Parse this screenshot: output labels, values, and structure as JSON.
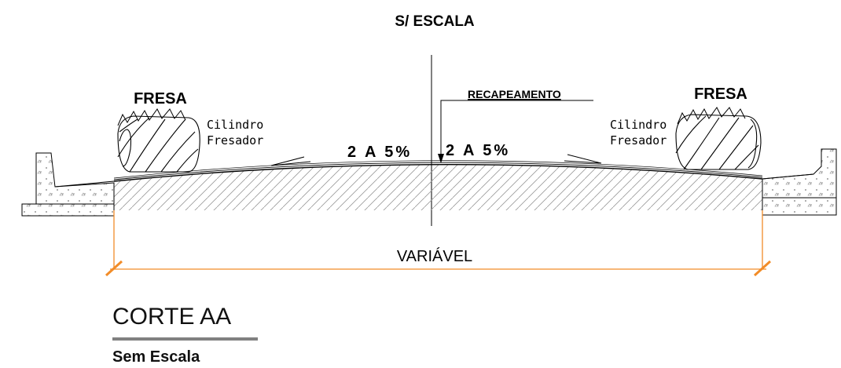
{
  "header": {
    "scale_note": "S/ ESCALA"
  },
  "labels": {
    "fresa_left": "FRESA",
    "fresa_right": "FRESA",
    "cylinder_left": [
      "Cilindro",
      "Fresador"
    ],
    "cylinder_right": [
      "Cilindro",
      "Fresador"
    ],
    "recapeamento": "RECAPEAMENTO",
    "slope_left": "2 A 5%",
    "slope_right": "2 A 5%",
    "width": "VARIÁVEL"
  },
  "caption": {
    "title": "CORTE AA",
    "subtitle": "Sem Escala"
  },
  "colors": {
    "line": "#000000",
    "dimension": "#f28c28",
    "caption_rule": "#808080",
    "hatch": "#9a9a9a"
  }
}
